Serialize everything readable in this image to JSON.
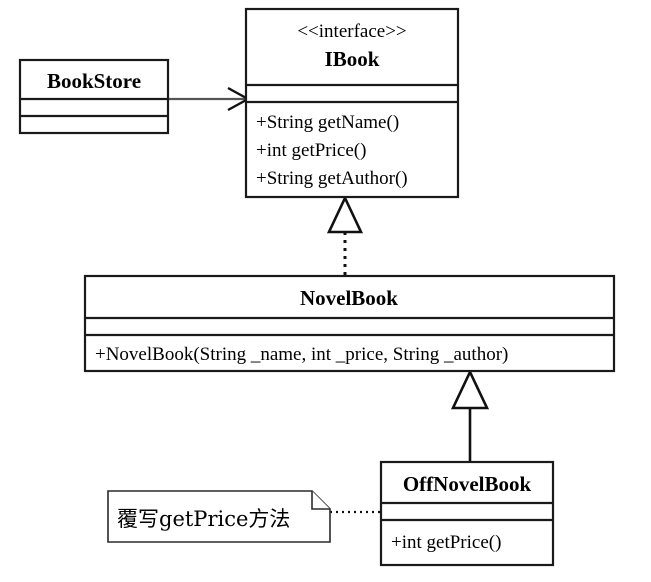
{
  "diagram": {
    "kind": "uml-class-diagram",
    "title": "Book store UML class diagram",
    "colors": {
      "background": "#ffffff",
      "box_border": "#1a1a1a",
      "association_line": "#555555",
      "relation_line": "#111111",
      "text": "#000000"
    },
    "classes": [
      {
        "id": "bookstore",
        "name": "BookStore",
        "stereotype": "",
        "attributes": [],
        "methods": []
      },
      {
        "id": "ibook",
        "name": "IBook",
        "stereotype": "<<interface>>",
        "attributes": [],
        "methods": [
          "+String getName()",
          "+int getPrice()",
          "+String getAuthor()"
        ]
      },
      {
        "id": "novelbook",
        "name": "NovelBook",
        "stereotype": "",
        "attributes": [],
        "methods": [
          "+NovelBook(String _name, int _price, String _author)"
        ]
      },
      {
        "id": "offnovelbook",
        "name": "OffNovelBook",
        "stereotype": "",
        "attributes": [],
        "methods": [
          "+int getPrice()"
        ]
      }
    ],
    "note": {
      "id": "note-override",
      "text": "覆写getPrice方法",
      "attached_to": "OffNovelBook"
    },
    "relations": [
      {
        "id": "assoc-bookstore-ibook",
        "type": "association",
        "line": "solid",
        "arrow": "open",
        "from": "BookStore",
        "to": "IBook"
      },
      {
        "id": "real-novelbook-ibook",
        "type": "realization",
        "line": "dotted",
        "arrow": "hollow-triangle",
        "from": "NovelBook",
        "to": "IBook"
      },
      {
        "id": "gen-offnovelbook-novelbook",
        "type": "generalization",
        "line": "solid",
        "arrow": "hollow-triangle",
        "from": "OffNovelBook",
        "to": "NovelBook"
      },
      {
        "id": "note-link-offnovelbook",
        "type": "note-anchor",
        "line": "dotted",
        "arrow": "none",
        "from": "覆写getPrice方法",
        "to": "OffNovelBook"
      }
    ]
  }
}
